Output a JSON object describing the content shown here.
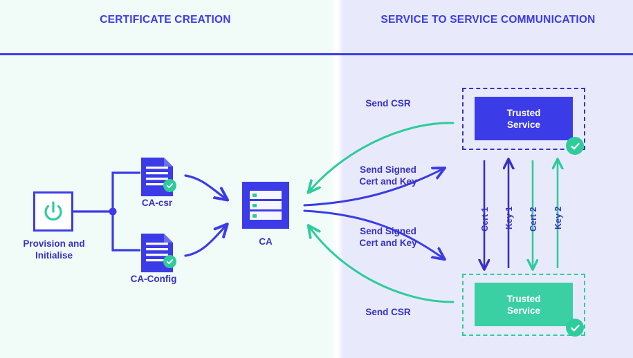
{
  "headers": {
    "left": "CERTIFICATE\nCREATION",
    "right": "SERVICE TO SERVICE\nCOMMUNICATION"
  },
  "colors": {
    "blue": "#3b3be8",
    "deep_blue": "#3730c4",
    "green": "#2ecc9b",
    "green_fill": "#3ad0a4",
    "panel_left_bg": "#f1fcf8",
    "panel_right_bg": "#e8eafc",
    "white": "#ffffff"
  },
  "left_panel": {
    "provision": {
      "label": "Provision and\nInitialise",
      "icon": "power-icon"
    },
    "documents": [
      {
        "label": "CA-csr",
        "icon": "document-icon",
        "badge": "check-badge"
      },
      {
        "label": "CA-Config",
        "icon": "document-icon",
        "badge": "check-badge"
      }
    ],
    "ca": {
      "label": "CA",
      "icon": "server-icon",
      "rows": 3
    }
  },
  "right_panel": {
    "services": [
      {
        "label": "Trusted\nService",
        "variant": "blue",
        "badge": "check-badge"
      },
      {
        "label": "Trusted\nService",
        "variant": "green",
        "badge": "check-badge"
      }
    ],
    "vertical_arrows": [
      {
        "label": "Cert 1",
        "color": "#3730c4",
        "direction": "down"
      },
      {
        "label": "Key 1",
        "color": "#3730c4",
        "direction": "up"
      },
      {
        "label": "Cert 2",
        "color": "#2ecc9b",
        "direction": "down"
      },
      {
        "label": "Key 2",
        "color": "#2ecc9b",
        "direction": "up"
      }
    ]
  },
  "flows": [
    {
      "label": "Send CSR",
      "color": "#2ecc9b",
      "from": "trusted-service-top",
      "to": "ca"
    },
    {
      "label": "Send Signed\nCert and Key",
      "color": "#3b3be8",
      "from": "ca",
      "to": "trusted-service-top"
    },
    {
      "label": "Send Signed\nCert and Key",
      "color": "#3b3be8",
      "from": "ca",
      "to": "trusted-service-bottom"
    },
    {
      "label": "Send CSR",
      "color": "#2ecc9b",
      "from": "trusted-service-bottom",
      "to": "ca"
    }
  ]
}
